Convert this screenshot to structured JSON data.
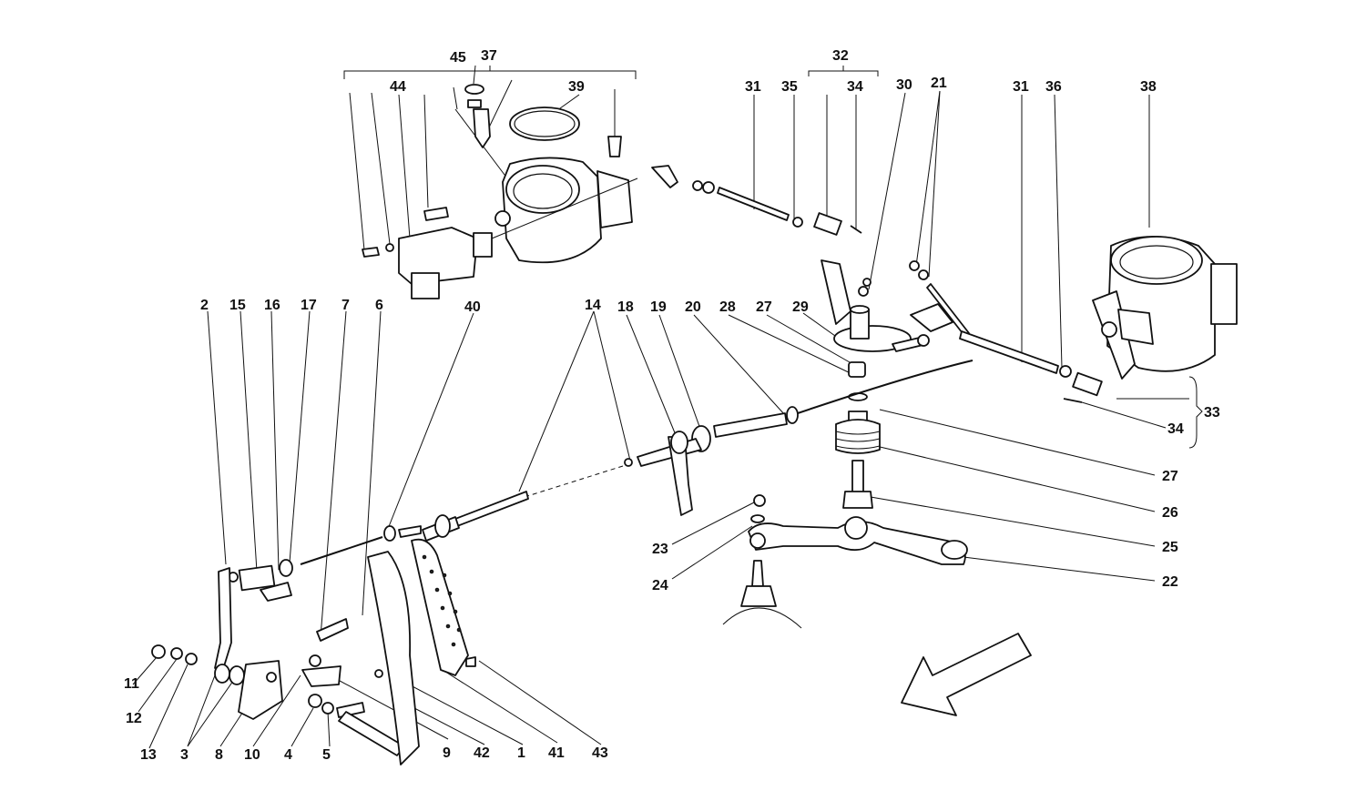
{
  "diagram": {
    "labels": [
      "45",
      "37",
      "39",
      "44",
      "32",
      "31",
      "35",
      "34",
      "30",
      "21",
      "31",
      "36",
      "38",
      "2",
      "15",
      "16",
      "17",
      "7",
      "6",
      "40",
      "14",
      "18",
      "19",
      "20",
      "28",
      "27",
      "29",
      "33",
      "34",
      "27",
      "26",
      "25",
      "23",
      "24",
      "22",
      "11",
      "12",
      "13",
      "3",
      "8",
      "10",
      "4",
      "5",
      "9",
      "42",
      "1",
      "41",
      "43"
    ]
  },
  "arrow": {
    "icon": "direction-arrow-icon"
  }
}
